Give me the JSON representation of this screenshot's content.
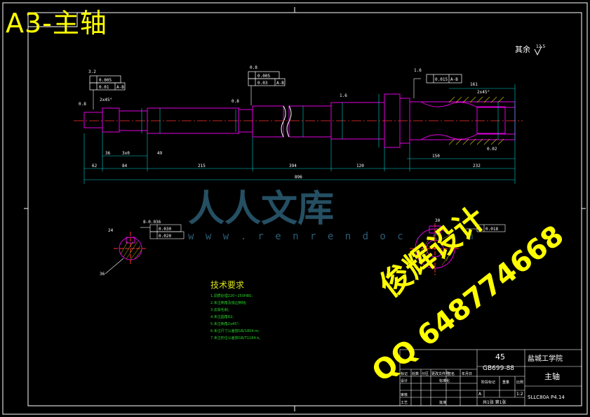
{
  "drawing_title": "A3-主轴",
  "roughness_note": "其余",
  "roughness_value": "12.5",
  "watermark": {
    "site_cn": "人人文库",
    "site_url": "w w w . r e n r e n d o c . c o m",
    "author": "俊辉设计",
    "qq": "QQ 648774668"
  },
  "tech_requirements": {
    "heading": "技术要求",
    "items": [
      "1.调质处理220~250HBS;",
      "2.未注倒角及锐边倒钝;",
      "3.去除毛刺;",
      "4.未注圆角R2;",
      "5.未注倒角2x45°;",
      "6.未注尺寸公差按GB/1804-m;",
      "7.未注形位公差按GB/T1184-k。"
    ]
  },
  "dimensions": {
    "d1": "62",
    "d2": "84",
    "d3": "215",
    "d4": "394",
    "d5": "120",
    "d6": "150",
    "d7": "232",
    "d8": "49",
    "d9": "2x45°",
    "d10": "3x0",
    "d11": "896",
    "d12": "161",
    "d13": "36",
    "d14": "2x45°",
    "tol1": "0.005",
    "tol2": "0.01",
    "tol3": "0.015",
    "tol4": "0.005",
    "tol5": "0.03",
    "tol6": "0.015",
    "datum_ab": "A-B",
    "flatness": "0.02",
    "pos1": "0.030",
    "pos2": "0.020",
    "sec_top": "8-0.036",
    "sec_w": "24",
    "sec_h": "36",
    "key_w": "30",
    "key_tol": "0.018",
    "angle1": "0.8",
    "angle2": "1.6",
    "angle3": "0.8",
    "ra1": "3.2",
    "ra2": "0.8",
    "ra3": "1.6"
  },
  "title_block": {
    "material": "45",
    "standard": "GB699-88",
    "school": "盐城工学院",
    "part_name": "主轴",
    "drawing_no": "SLLC80A P4.14",
    "scale": "1:2",
    "stage": "A",
    "sheet": "共1张 第1张",
    "row1_labels": [
      "标记",
      "处数",
      "分区",
      "更改文件号",
      "签名",
      "年月日"
    ],
    "row2_labels": [
      "设计",
      "",
      "标准化"
    ],
    "row3_labels": [
      "审核"
    ],
    "row4_labels": [
      "工艺",
      "",
      "批准"
    ],
    "stage_labels": [
      "阶段标记",
      "重量",
      "比例"
    ]
  }
}
